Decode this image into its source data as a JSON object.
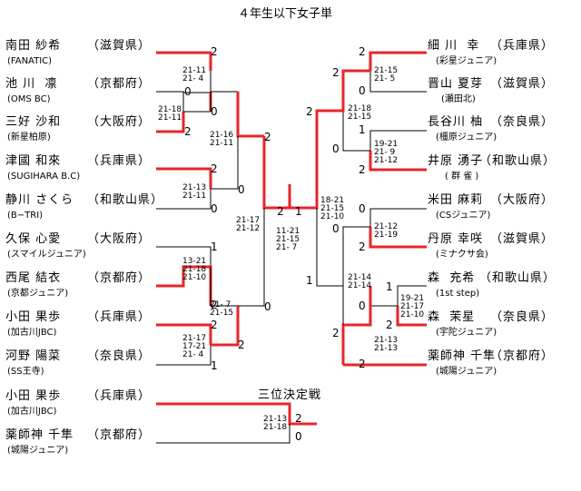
{
  "title": "４年生以下女子単",
  "third_place_title": "三位決定戦",
  "players": [
    {
      "name": "南田 紗希",
      "pref": "（滋賀県）",
      "club": "(FANATIC)"
    },
    {
      "name": "池 川  凛",
      "pref": "（京都府）",
      "club": "(OMS BC)"
    },
    {
      "name": "三好 沙和",
      "pref": "（大阪府）",
      "club": "(新星柏原)"
    },
    {
      "name": "津國 和來",
      "pref": "（兵庫県）",
      "club": "(SUGIHARA B.C)"
    },
    {
      "name": "静川 さくら",
      "pref": "（和歌山県）",
      "club": "(B−TRI)"
    },
    {
      "name": "久保 心愛",
      "pref": "（大阪府）",
      "club": "(スマイルジュニア)"
    },
    {
      "name": "西尾 結衣",
      "pref": "（京都府）",
      "club": "(京都ジュニア)"
    },
    {
      "name": "小田 果歩",
      "pref": "（兵庫県）",
      "club": "(加古川JBC)"
    },
    {
      "name": "河野 陽菜",
      "pref": "（奈良県）",
      "club": "(SS王寺)"
    },
    {
      "name": "細 川  幸",
      "pref": "（兵庫県）",
      "club": "(彩星ジュニア)"
    },
    {
      "name": "晋山 夏芽",
      "pref": "（滋賀県）",
      "club": "(瀬田北)"
    },
    {
      "name": "長谷川 柚",
      "pref": "（奈良県）",
      "club": "(橿原ジュニア)"
    },
    {
      "name": "井原 湧子",
      "pref": "（和歌山県）",
      "club": "( 群 雀 )"
    },
    {
      "name": "米田 麻莉",
      "pref": "（大阪府）",
      "club": "(CSジュニア)"
    },
    {
      "name": "丹原 幸咲",
      "pref": "（滋賀県）",
      "club": "(ミナクサ会)"
    },
    {
      "name": "森  充希",
      "pref": "（和歌山県）",
      "club": "(1st step)"
    },
    {
      "name": "森  茉星",
      "pref": "（奈良県）",
      "club": "(宇陀ジュニア)"
    },
    {
      "name": "薬師神 千隼",
      "pref": "（京都府）",
      "club": "(城陽ジュニア)"
    }
  ],
  "third_place_players": [
    {
      "name": "小田 果歩",
      "pref": "（兵庫県）",
      "club": "(加古川JBC)"
    },
    {
      "name": "薬師神 千隼",
      "pref": "（京都府）",
      "club": "(城陽ジュニア)"
    }
  ],
  "scores": {
    "l1": "21-11\n21- 4",
    "l2": "21-18\n21-11",
    "l3": "21-16\n21-11",
    "l4": "21-13\n21-11",
    "l5": "13-21\n21-18\n21-10",
    "l6": "21- 7\n21-15",
    "l7": "21-17\n17-21\n21- 4",
    "l8": "21-17\n21-12",
    "final": "11-21\n21-15\n21- 7",
    "r1": "21-15\n21- 5",
    "r2": "21-18\n21-15",
    "r3": "19-21\n21- 9\n21-12",
    "r4": "18-21\n21-15\n21-10",
    "r5": "21-12\n21-19",
    "r6": "21-14\n21-14",
    "r7": "19-21\n21-17\n21-10",
    "r8": "21-13\n21-13",
    "third": "21-13\n21-18"
  },
  "ranks": {
    "l1a": "2",
    "l1b": "0",
    "l2a": "0",
    "l2b": "2",
    "l3a": "2",
    "l3b": "0",
    "l4a": "2",
    "l4b": "0",
    "l4c": "0",
    "l5a": "1",
    "l5b": "2",
    "l5c": "0",
    "l6a": "0",
    "l6b": "2",
    "l7a": "2",
    "l7b": "1",
    "lf": "2",
    "rf": "1",
    "r1a": "2",
    "r1b": "0",
    "r2a": "2",
    "r2b": "0",
    "r3a": "1",
    "r3b": "0",
    "r3c": "2",
    "r4a": "2",
    "r4b": "1",
    "r5a": "0",
    "r5b": "2",
    "r6a": "1",
    "r6b": "0",
    "r6c": "2",
    "r7a": "0",
    "r7b": "2",
    "r8a": "2",
    "third_a": "2",
    "third_b": "0"
  },
  "colors": {
    "win": "#e8252a",
    "line": "#000000"
  }
}
